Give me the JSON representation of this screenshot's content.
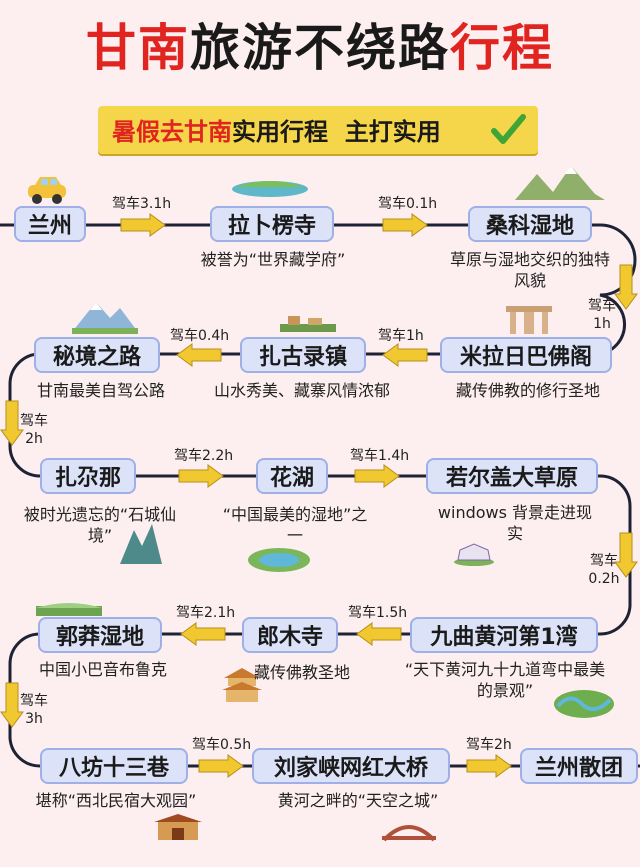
{
  "title": {
    "part1": "甘南",
    "part2": "旅游不绕路",
    "part3": "行程"
  },
  "banner": {
    "part1": "暑假去甘南",
    "part2": "实用行程",
    "part3": "主打实用"
  },
  "nodes": [
    {
      "name": "兰州"
    },
    {
      "name": "拉卜楞寺",
      "desc": "被誉为“世界藏学府”"
    },
    {
      "name": "桑科湿地",
      "desc": "草原与湿地交织的独特风貌"
    },
    {
      "name": "米拉日巴佛阁",
      "desc": "藏传佛教的修行圣地"
    },
    {
      "name": "扎古录镇",
      "desc": "山水秀美、藏寨风情浓郁"
    },
    {
      "name": "秘境之路",
      "desc": "甘南最美自驾公路"
    },
    {
      "name": "扎尕那",
      "desc": "被时光遗忘的“石城仙境”"
    },
    {
      "name": "花湖",
      "desc": "“中国最美的湿地”之一"
    },
    {
      "name": "若尔盖大草原",
      "desc": "windows 背景走进现实"
    },
    {
      "name": "九曲黄河第1湾",
      "desc": "“天下黄河九十九道弯中最美的景观”"
    },
    {
      "name": "郎木寺",
      "desc": "藏传佛教圣地"
    },
    {
      "name": "郭莽湿地",
      "desc": "中国小巴音布鲁克"
    },
    {
      "name": "八坊十三巷",
      "desc": "堪称“西北民宿大观园”"
    },
    {
      "name": "刘家峡网红大桥",
      "desc": "黄河之畔的“天空之城”"
    },
    {
      "name": "兰州散团"
    }
  ],
  "drives": {
    "d1": "驾车3.1h",
    "d2": "驾车0.1h",
    "d3a": "驾车",
    "d3b": "1h",
    "d4": "驾车1h",
    "d5": "驾车0.4h",
    "d6a": "驾车",
    "d6b": "2h",
    "d7": "驾车2.2h",
    "d8": "驾车1.4h",
    "d9a": "驾车",
    "d9b": "0.2h",
    "d10": "驾车1.5h",
    "d11": "驾车2.1h",
    "d12a": "驾车",
    "d12b": "3h",
    "d13": "驾车0.5h",
    "d14": "驾车2h"
  },
  "colors": {
    "accent": "#e0241f",
    "arrow": "#f2c830",
    "node_fill": "#dce3f8",
    "node_border": "#9fb0e6",
    "route": "#1e2235"
  },
  "icons": [
    "car-icon",
    "check-icon",
    "bus-arrow-icon"
  ]
}
